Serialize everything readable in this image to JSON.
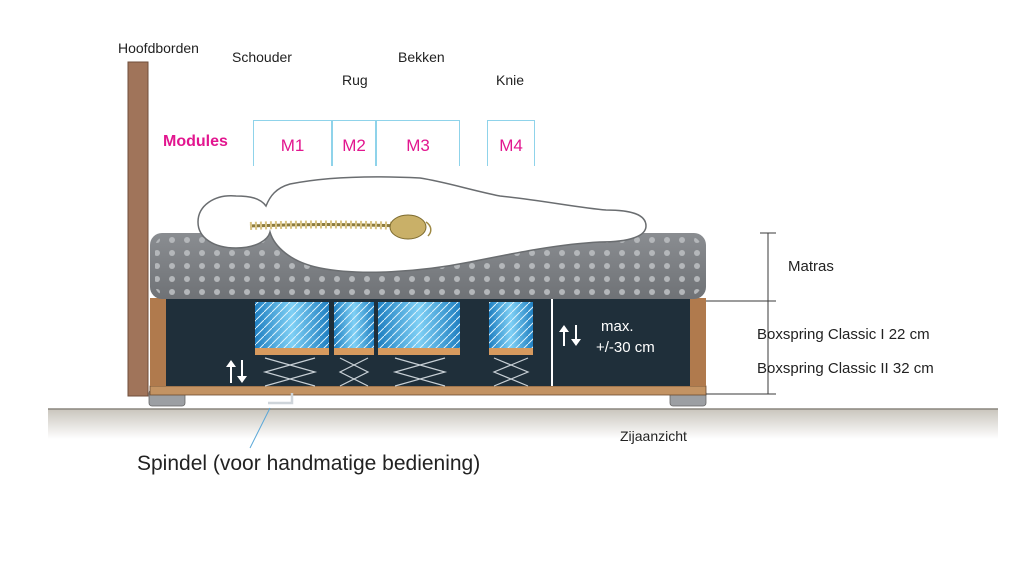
{
  "labels": {
    "headboard": "Hoofdborden",
    "shoulder": "Schouder",
    "back": "Rug",
    "pelvis": "Bekken",
    "knee": "Knie",
    "modules": "Modules",
    "max": "max.",
    "range": "+/-30 cm",
    "mattress": "Matras",
    "boxspring1": "Boxspring Classic I 22 cm",
    "boxspring2": "Boxspring Classic II 32 cm",
    "side_view": "Zijaanzicht",
    "spindle": "Spindel (voor handmatige bediening)"
  },
  "modules": [
    {
      "label": "M1"
    },
    {
      "label": "M2"
    },
    {
      "label": "M3"
    },
    {
      "label": "M4"
    }
  ],
  "colors": {
    "module_text": "#e2168f",
    "module_bracket": "#8fd3ea",
    "mattress": "#7d8085",
    "base": "#1f2f3a",
    "wood": "#b07a4d",
    "headboard": "#a0745a",
    "spring": "#3aa6de"
  }
}
